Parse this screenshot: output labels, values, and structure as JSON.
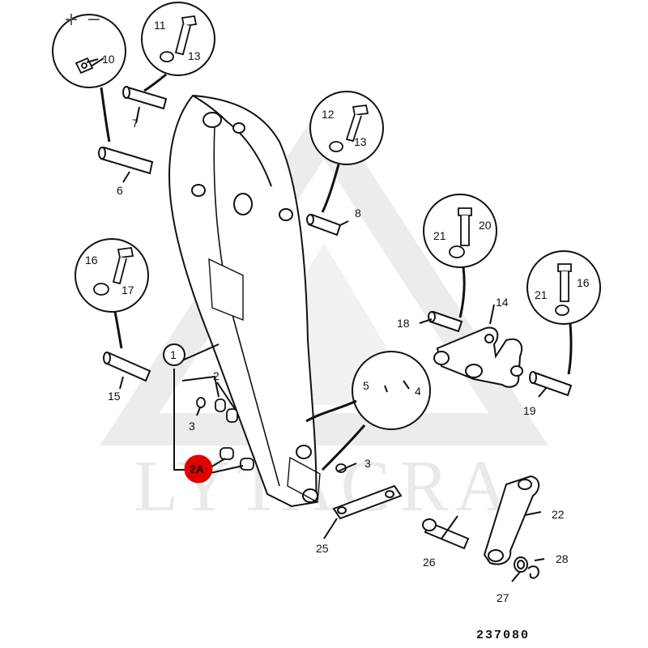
{
  "toolbar": {
    "zoom_in": "+",
    "zoom_out": "−"
  },
  "watermark": {
    "text": "LYTAGRA"
  },
  "drawing_number": "237080",
  "labels": {
    "p1": "1",
    "p2": "2",
    "p2a": "2A",
    "p3a": "3",
    "p3b": "3",
    "p4": "4",
    "p5": "5",
    "p6": "6",
    "p7": "7",
    "p8": "8",
    "p10": "10",
    "p11": "11",
    "p12": "12",
    "p13a": "13",
    "p13b": "13",
    "p14": "14",
    "p15": "15",
    "p16a": "16",
    "p16b": "16",
    "p17": "17",
    "p18": "18",
    "p19": "19",
    "p20": "20",
    "p21a": "21",
    "p21b": "21",
    "p22": "22",
    "p25": "25",
    "p26": "26",
    "p27": "27",
    "p28": "28"
  },
  "colors": {
    "highlight": "#e00000",
    "ink": "#111111",
    "watermark": "#e6e6e6"
  }
}
